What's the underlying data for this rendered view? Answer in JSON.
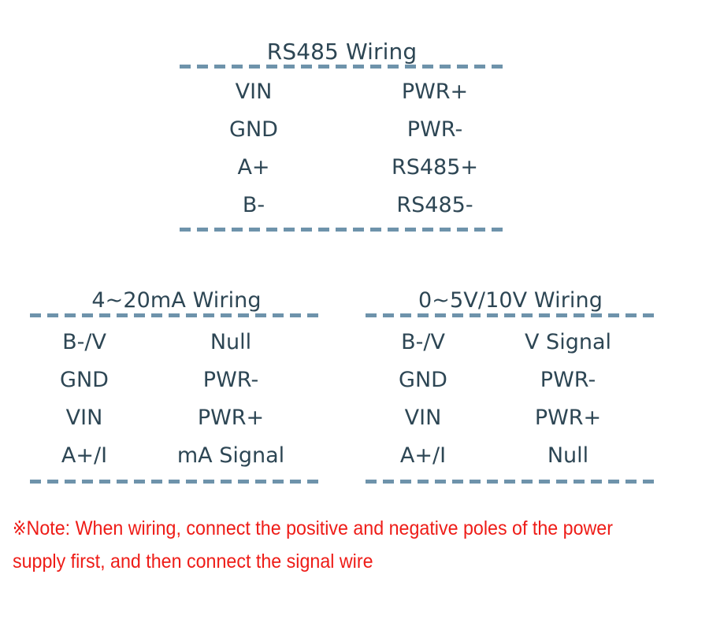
{
  "colors": {
    "text": "#2d4654",
    "rule": "#6e93ab",
    "note": "#ee1c17",
    "background": "#ffffff"
  },
  "blocks": {
    "rs485": {
      "title": "RS485 Wiring",
      "rows": [
        {
          "terminal": "VIN",
          "connection": "PWR+"
        },
        {
          "terminal": "GND",
          "connection": "PWR-"
        },
        {
          "terminal": "A+",
          "connection": "RS485+"
        },
        {
          "terminal": "B-",
          "connection": "RS485-"
        }
      ]
    },
    "current_loop": {
      "title": "4~20mA Wiring",
      "rows": [
        {
          "terminal": "B-/V",
          "connection": "Null"
        },
        {
          "terminal": "GND",
          "connection": "PWR-"
        },
        {
          "terminal": "VIN",
          "connection": "PWR+"
        },
        {
          "terminal": "A+/I",
          "connection": "mA Signal"
        }
      ]
    },
    "voltage": {
      "title": "0~5V/10V Wiring",
      "rows": [
        {
          "terminal": "B-/V",
          "connection": "V Signal"
        },
        {
          "terminal": "GND",
          "connection": "PWR-"
        },
        {
          "terminal": "VIN",
          "connection": "PWR+"
        },
        {
          "terminal": "A+/I",
          "connection": "Null"
        }
      ]
    }
  },
  "note": {
    "mark": "※",
    "text": "Note: When wiring, connect the positive and negative poles of the power supply first, and then connect the signal wire"
  }
}
